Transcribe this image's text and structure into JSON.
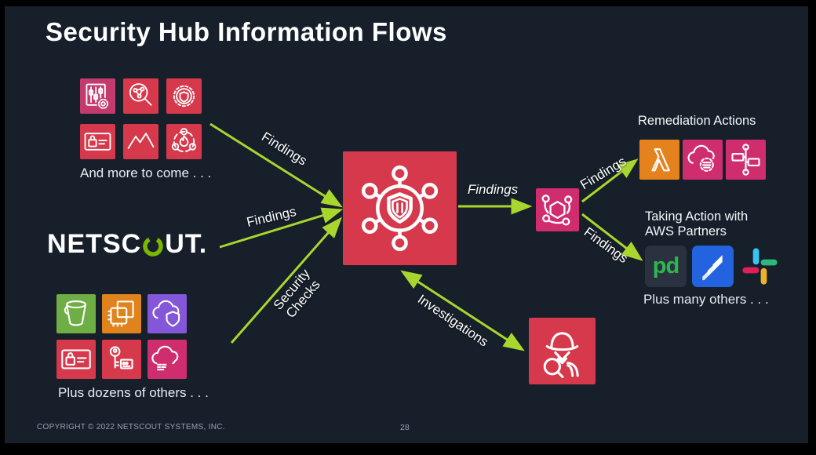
{
  "slide": {
    "title": "Security Hub Information Flows",
    "footer": {
      "copyright": "COPYRIGHT © 2022 NETSCOUT SYSTEMS, INC.",
      "page_number": "28"
    },
    "colors": {
      "background": "#161f2a",
      "frame": "#000000",
      "arrow_green": "#a9d62e",
      "security_red": "#d6394b",
      "magenta": "#c23a6e",
      "service_pink": "#cf2d6d",
      "lambda_orange": "#e5821e",
      "s3_green": "#6fae44",
      "compute_orange": "#e0831d",
      "shield_purple": "#8456d8",
      "netscout_green": "#7ab800",
      "pagerduty_green": "#2db84d",
      "pagerduty_bg": "#2a3240",
      "jira_blue": "#2363e0",
      "slack_blue": "#36C5F0",
      "slack_green": "#2EB67D",
      "slack_yellow": "#ECB22E",
      "slack_red": "#E01E5A"
    },
    "sources_top": {
      "caption": "And more to come . . .",
      "icons": [
        {
          "name": "sliders-panel-gear",
          "color": "#c23a6e"
        },
        {
          "name": "magnifier-network",
          "color": "#d6394b"
        },
        {
          "name": "gear-shield",
          "color": "#d6394b"
        },
        {
          "name": "id-card-lock",
          "color": "#d6394b"
        },
        {
          "name": "mountain-peaks",
          "color": "#d6394b"
        },
        {
          "name": "flame-network",
          "color": "#d6394b"
        }
      ]
    },
    "netscout": {
      "pre": "NETSC",
      "o": "O",
      "post": "UT."
    },
    "sources_bottom": {
      "caption": "Plus dozens of others . . .",
      "icons": [
        {
          "name": "s3-bucket",
          "color": "#6fae44"
        },
        {
          "name": "compute-chip",
          "color": "#e0831d"
        },
        {
          "name": "cloud-shield",
          "color": "#8456d8"
        },
        {
          "name": "id-card-lock",
          "color": "#d6394b"
        },
        {
          "name": "key-credentials",
          "color": "#d6394b"
        },
        {
          "name": "cloud-logs",
          "color": "#cf2d6d"
        }
      ]
    },
    "hub": {
      "name": "security-hub",
      "color": "#d6394b"
    },
    "eventbridge": {
      "name": "eventbridge",
      "color": "#cf2d6d"
    },
    "detective": {
      "name": "detective",
      "color": "#d6394b"
    },
    "remediation": {
      "title": "Remediation Actions",
      "icons": [
        {
          "name": "lambda",
          "color": "#e5821e"
        },
        {
          "name": "cloud-gear",
          "color": "#cf2d6d"
        },
        {
          "name": "automation-flow",
          "color": "#cf2d6d"
        }
      ]
    },
    "partners": {
      "title_line1": "Taking Action with",
      "title_line2": "AWS Partners",
      "caption": "Plus many others . . .",
      "logos": [
        {
          "name": "pagerduty",
          "label": "pd"
        },
        {
          "name": "jira"
        },
        {
          "name": "slack"
        }
      ]
    },
    "arrows": {
      "findings_top": "Findings",
      "findings_netscout": "Findings",
      "security_checks_line1": "Security",
      "security_checks_line2": "Checks",
      "findings_to_eventbridge": "Findings",
      "findings_to_remediation": "Findings",
      "findings_to_partners": "Findings",
      "investigations": "Investigations"
    }
  }
}
